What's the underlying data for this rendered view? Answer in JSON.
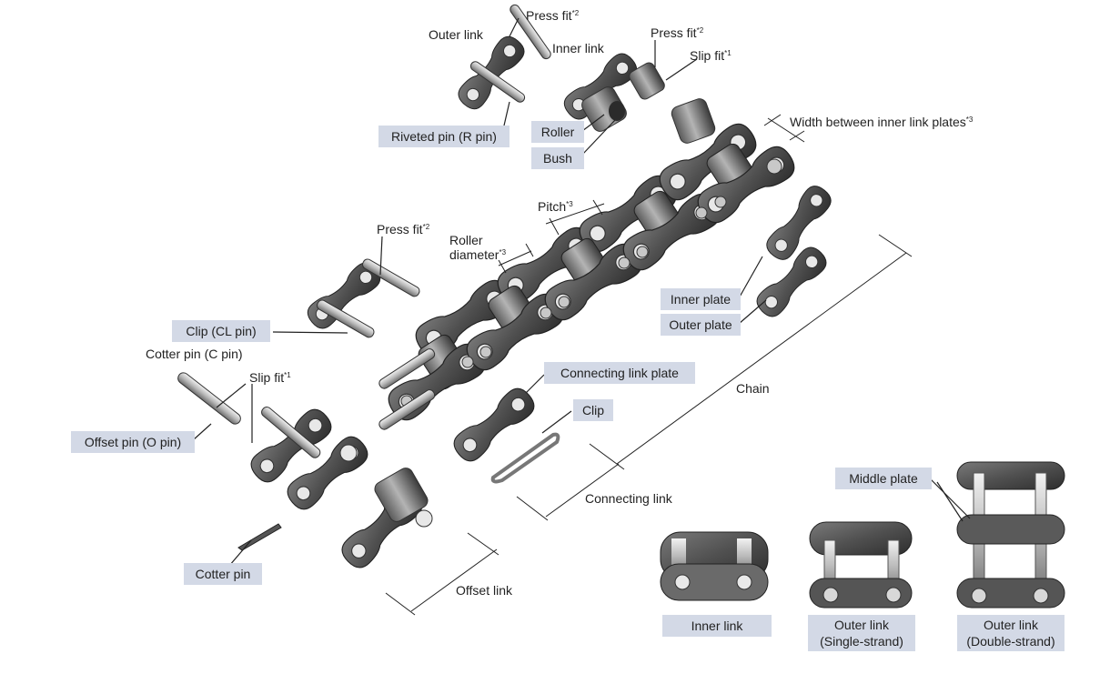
{
  "parts": {
    "outer_link": "Outer link",
    "inner_link": "Inner link",
    "press_fit_1": "Press fit",
    "press_fit_1_sup": "*2",
    "press_fit_2": "Press fit",
    "press_fit_2_sup": "*2",
    "press_fit_3": "Press fit",
    "press_fit_3_sup": "*2",
    "slip_fit_1": "Slip fit",
    "slip_fit_1_sup": "*1",
    "slip_fit_2": "Slip fit",
    "slip_fit_2_sup": "*1",
    "riveted_pin": "Riveted pin (R pin)",
    "roller": "Roller",
    "bush": "Bush",
    "width_between": "Width between inner link plates",
    "width_between_sup": "*3",
    "pitch": "Pitch",
    "pitch_sup": "*3",
    "roller_diameter_1": "Roller",
    "roller_diameter_2": "diameter",
    "roller_diameter_sup": "*3",
    "inner_plate": "Inner plate",
    "outer_plate": "Outer plate",
    "clip_cl_pin": "Clip (CL pin)",
    "cotter_pin_c": "Cotter pin (C pin)",
    "offset_pin": "Offset pin (O pin)",
    "connecting_link_plate": "Connecting link plate",
    "clip": "Clip",
    "chain": "Chain",
    "connecting_link": "Connecting link",
    "cotter_pin": "Cotter pin",
    "offset_link": "Offset link"
  },
  "samples": {
    "middle_plate": "Middle plate",
    "inner_link": "Inner link",
    "outer_single_1": "Outer link",
    "outer_single_2": "(Single-strand)",
    "outer_double_1": "Outer link",
    "outer_double_2": "(Double-strand)"
  },
  "colors": {
    "label_box": "#d3d9e6",
    "metal_dark": "#3e3e3e",
    "metal_mid": "#6d6d6d",
    "metal_light": "#bdbdbd"
  }
}
